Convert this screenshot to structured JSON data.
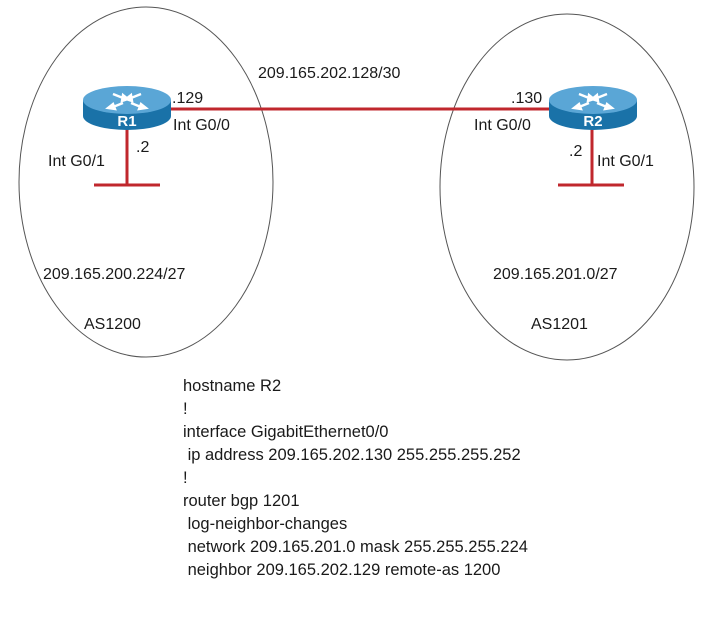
{
  "colors": {
    "link": "#c0272d",
    "router_body": "#1a72a8",
    "router_top": "#5aa6d6",
    "ellipse_stroke": "#555555"
  },
  "diagram": {
    "link_subnet": "209.165.202.128/30",
    "r1": {
      "name": "R1",
      "g00_host": ".129",
      "g00_label": "Int G0/0",
      "g01_label": "Int G0/1",
      "g01_host": ".2",
      "lan": "209.165.200.224/27",
      "as": "AS1200"
    },
    "r2": {
      "name": "R2",
      "g00_host": ".130",
      "g00_label": "Int G0/0",
      "g01_label": "Int G0/1",
      "g01_host": ".2",
      "lan": "209.165.201.0/27",
      "as": "AS1201"
    }
  },
  "config": {
    "lines": [
      "hostname R2",
      "!",
      "interface GigabitEthernet0/0",
      " ip address 209.165.202.130 255.255.255.252",
      "!",
      "router bgp 1201",
      " log-neighbor-changes",
      " network 209.165.201.0 mask 255.255.255.224",
      " neighbor 209.165.202.129 remote-as 1200"
    ]
  }
}
